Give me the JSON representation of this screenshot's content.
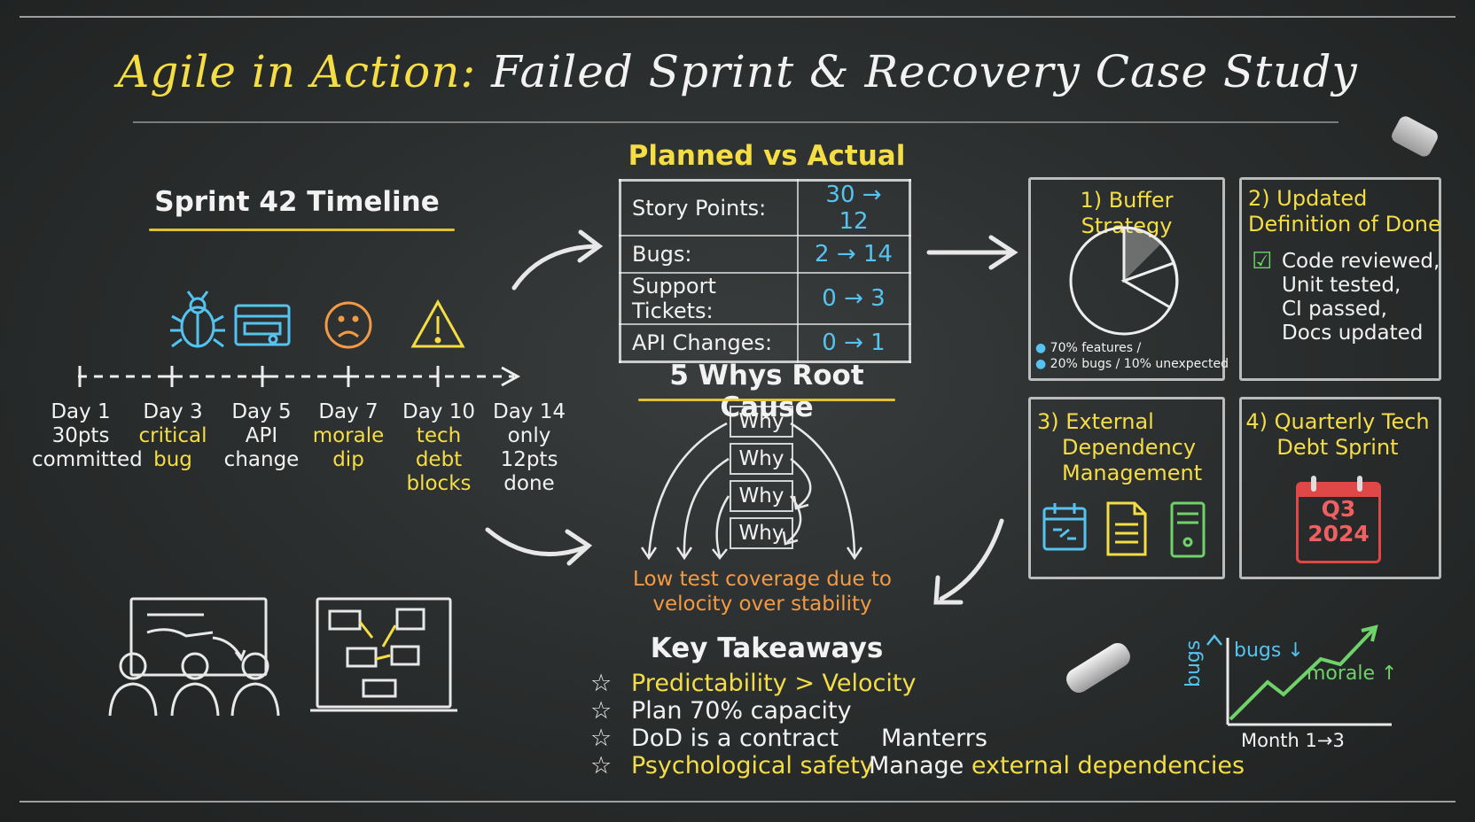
{
  "title": {
    "part1": "Agile in Action:",
    "part2": "Failed Sprint & Recovery Case Study"
  },
  "timeline": {
    "heading": "Sprint 42 Timeline",
    "icons": [
      "bug-icon",
      "api-icon",
      "sad-face-icon",
      "warning-icon"
    ],
    "days": [
      {
        "day": "Day 1",
        "line1": "30pts",
        "line2": "committed",
        "line3": "",
        "accent": "white"
      },
      {
        "day": "Day 3",
        "line1": "critical",
        "line2": "bug",
        "line3": "",
        "accent": "yellow"
      },
      {
        "day": "Day 5",
        "line1": "API",
        "line2": "change",
        "line3": "",
        "accent": "white"
      },
      {
        "day": "Day 7",
        "line1": "morale",
        "line2": "dip",
        "line3": "",
        "accent": "yellow"
      },
      {
        "day": "Day 10",
        "line1": "tech debt",
        "line2": "blocks",
        "line3": "",
        "accent": "yellow"
      },
      {
        "day": "Day 14",
        "line1": "only",
        "line2": "12pts",
        "line3": "done",
        "accent": "white"
      }
    ]
  },
  "planned": {
    "heading": "Planned vs Actual",
    "rows": [
      {
        "label": "Story Points:",
        "value": "30 → 12"
      },
      {
        "label": "Bugs:",
        "value": "2 → 14"
      },
      {
        "label": "Support Tickets:",
        "value": "0 → 3"
      },
      {
        "label": "API Changes:",
        "value": "0 → 1"
      }
    ]
  },
  "whys": {
    "heading": "5 Whys Root Cause",
    "boxes": [
      "Why",
      "Why",
      "Why",
      "Why"
    ],
    "root_line1": "Low test coverage due to",
    "root_line2": "velocity over stability"
  },
  "panels": {
    "buffer": {
      "title": "1) Buffer Strategy",
      "legend1": "70% features /",
      "legend2": "20% bugs / 10% unexpected"
    },
    "dod": {
      "title_line1": "2) Updated",
      "title_line2": "Definition of Done",
      "check": "☑",
      "items": [
        "Code reviewed,",
        "Unit tested,",
        "CI passed,",
        "Docs updated"
      ]
    },
    "external": {
      "title_line1": "3) External",
      "title_line2": "Dependency",
      "title_line3": "Management",
      "icons": [
        "calendar-icon",
        "document-icon",
        "server-icon"
      ]
    },
    "techdebt": {
      "title_line1": "4) Quarterly Tech",
      "title_line2": "Debt Sprint",
      "cal_line1": "Q3",
      "cal_line2": "2024"
    }
  },
  "takeaways": {
    "heading": "Key Takeaways",
    "star": "☆",
    "items": [
      {
        "text": "Predictability > Velocity",
        "extra": ""
      },
      {
        "text": "Plan 70% capacity",
        "extra": ""
      },
      {
        "text": "DoD is a contract",
        "extra": "Manterrs"
      },
      {
        "text": "Psychological safety",
        "extra": "Manage",
        "extra2": "external dependencies"
      }
    ]
  },
  "trend": {
    "y_label": "bugs",
    "bugs_label": "bugs ↓",
    "morale_label": "morale ↑",
    "x_label": "Month 1→3"
  }
}
